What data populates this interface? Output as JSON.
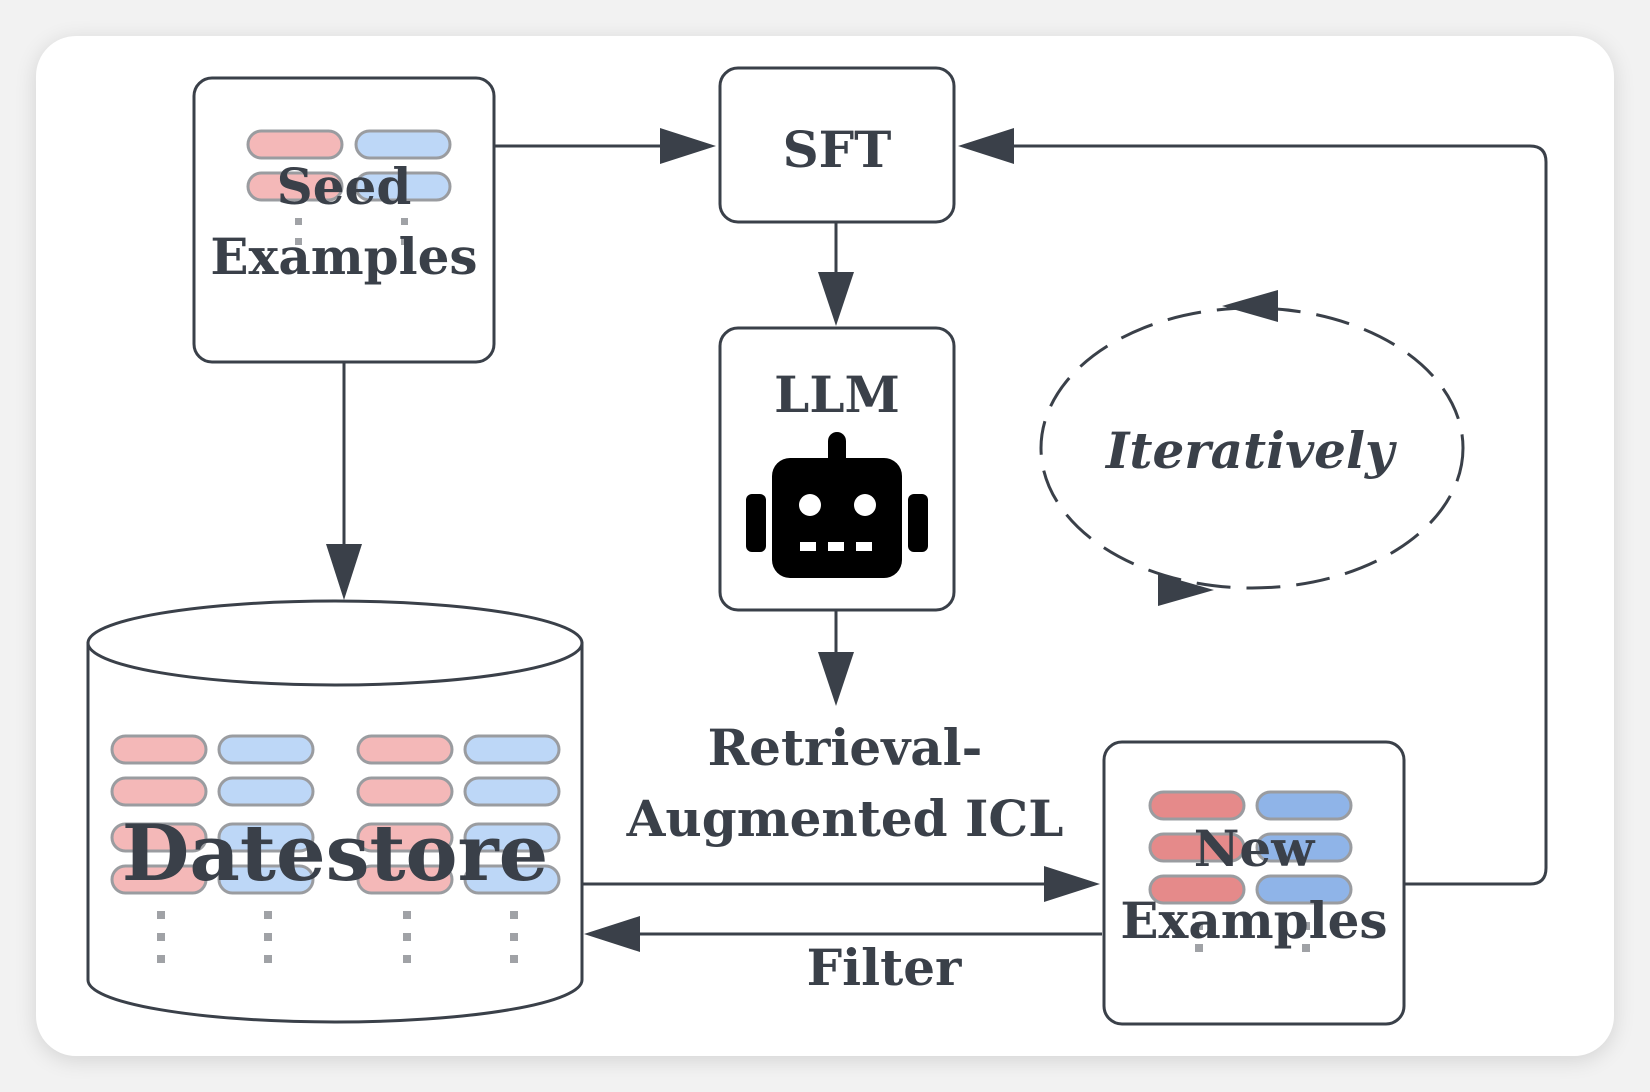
{
  "colors": {
    "stroke": "#3a4049",
    "pill_red_light": "#f4b8b8",
    "pill_blue_light": "#bdd7f7",
    "pill_red_dark": "#e58a8a",
    "pill_blue_dark": "#8fb4e8",
    "pill_border": "#9a9ca0",
    "dots": "#a0a2a6",
    "robot": "#000000"
  },
  "nodes": {
    "seed_examples": {
      "line1": "Seed",
      "line2": "Examples"
    },
    "sft": {
      "label": "SFT"
    },
    "llm": {
      "label": "LLM",
      "icon": "robot-icon"
    },
    "datastore": {
      "label": "Datestore"
    },
    "new_examples": {
      "line1": "New",
      "line2": "Examples"
    },
    "iteratively": {
      "label": "Iteratively"
    }
  },
  "edges": {
    "retrieval_label_line1": "Retrieval-",
    "retrieval_label_line2": "Augmented ICL",
    "filter_label": "Filter"
  }
}
